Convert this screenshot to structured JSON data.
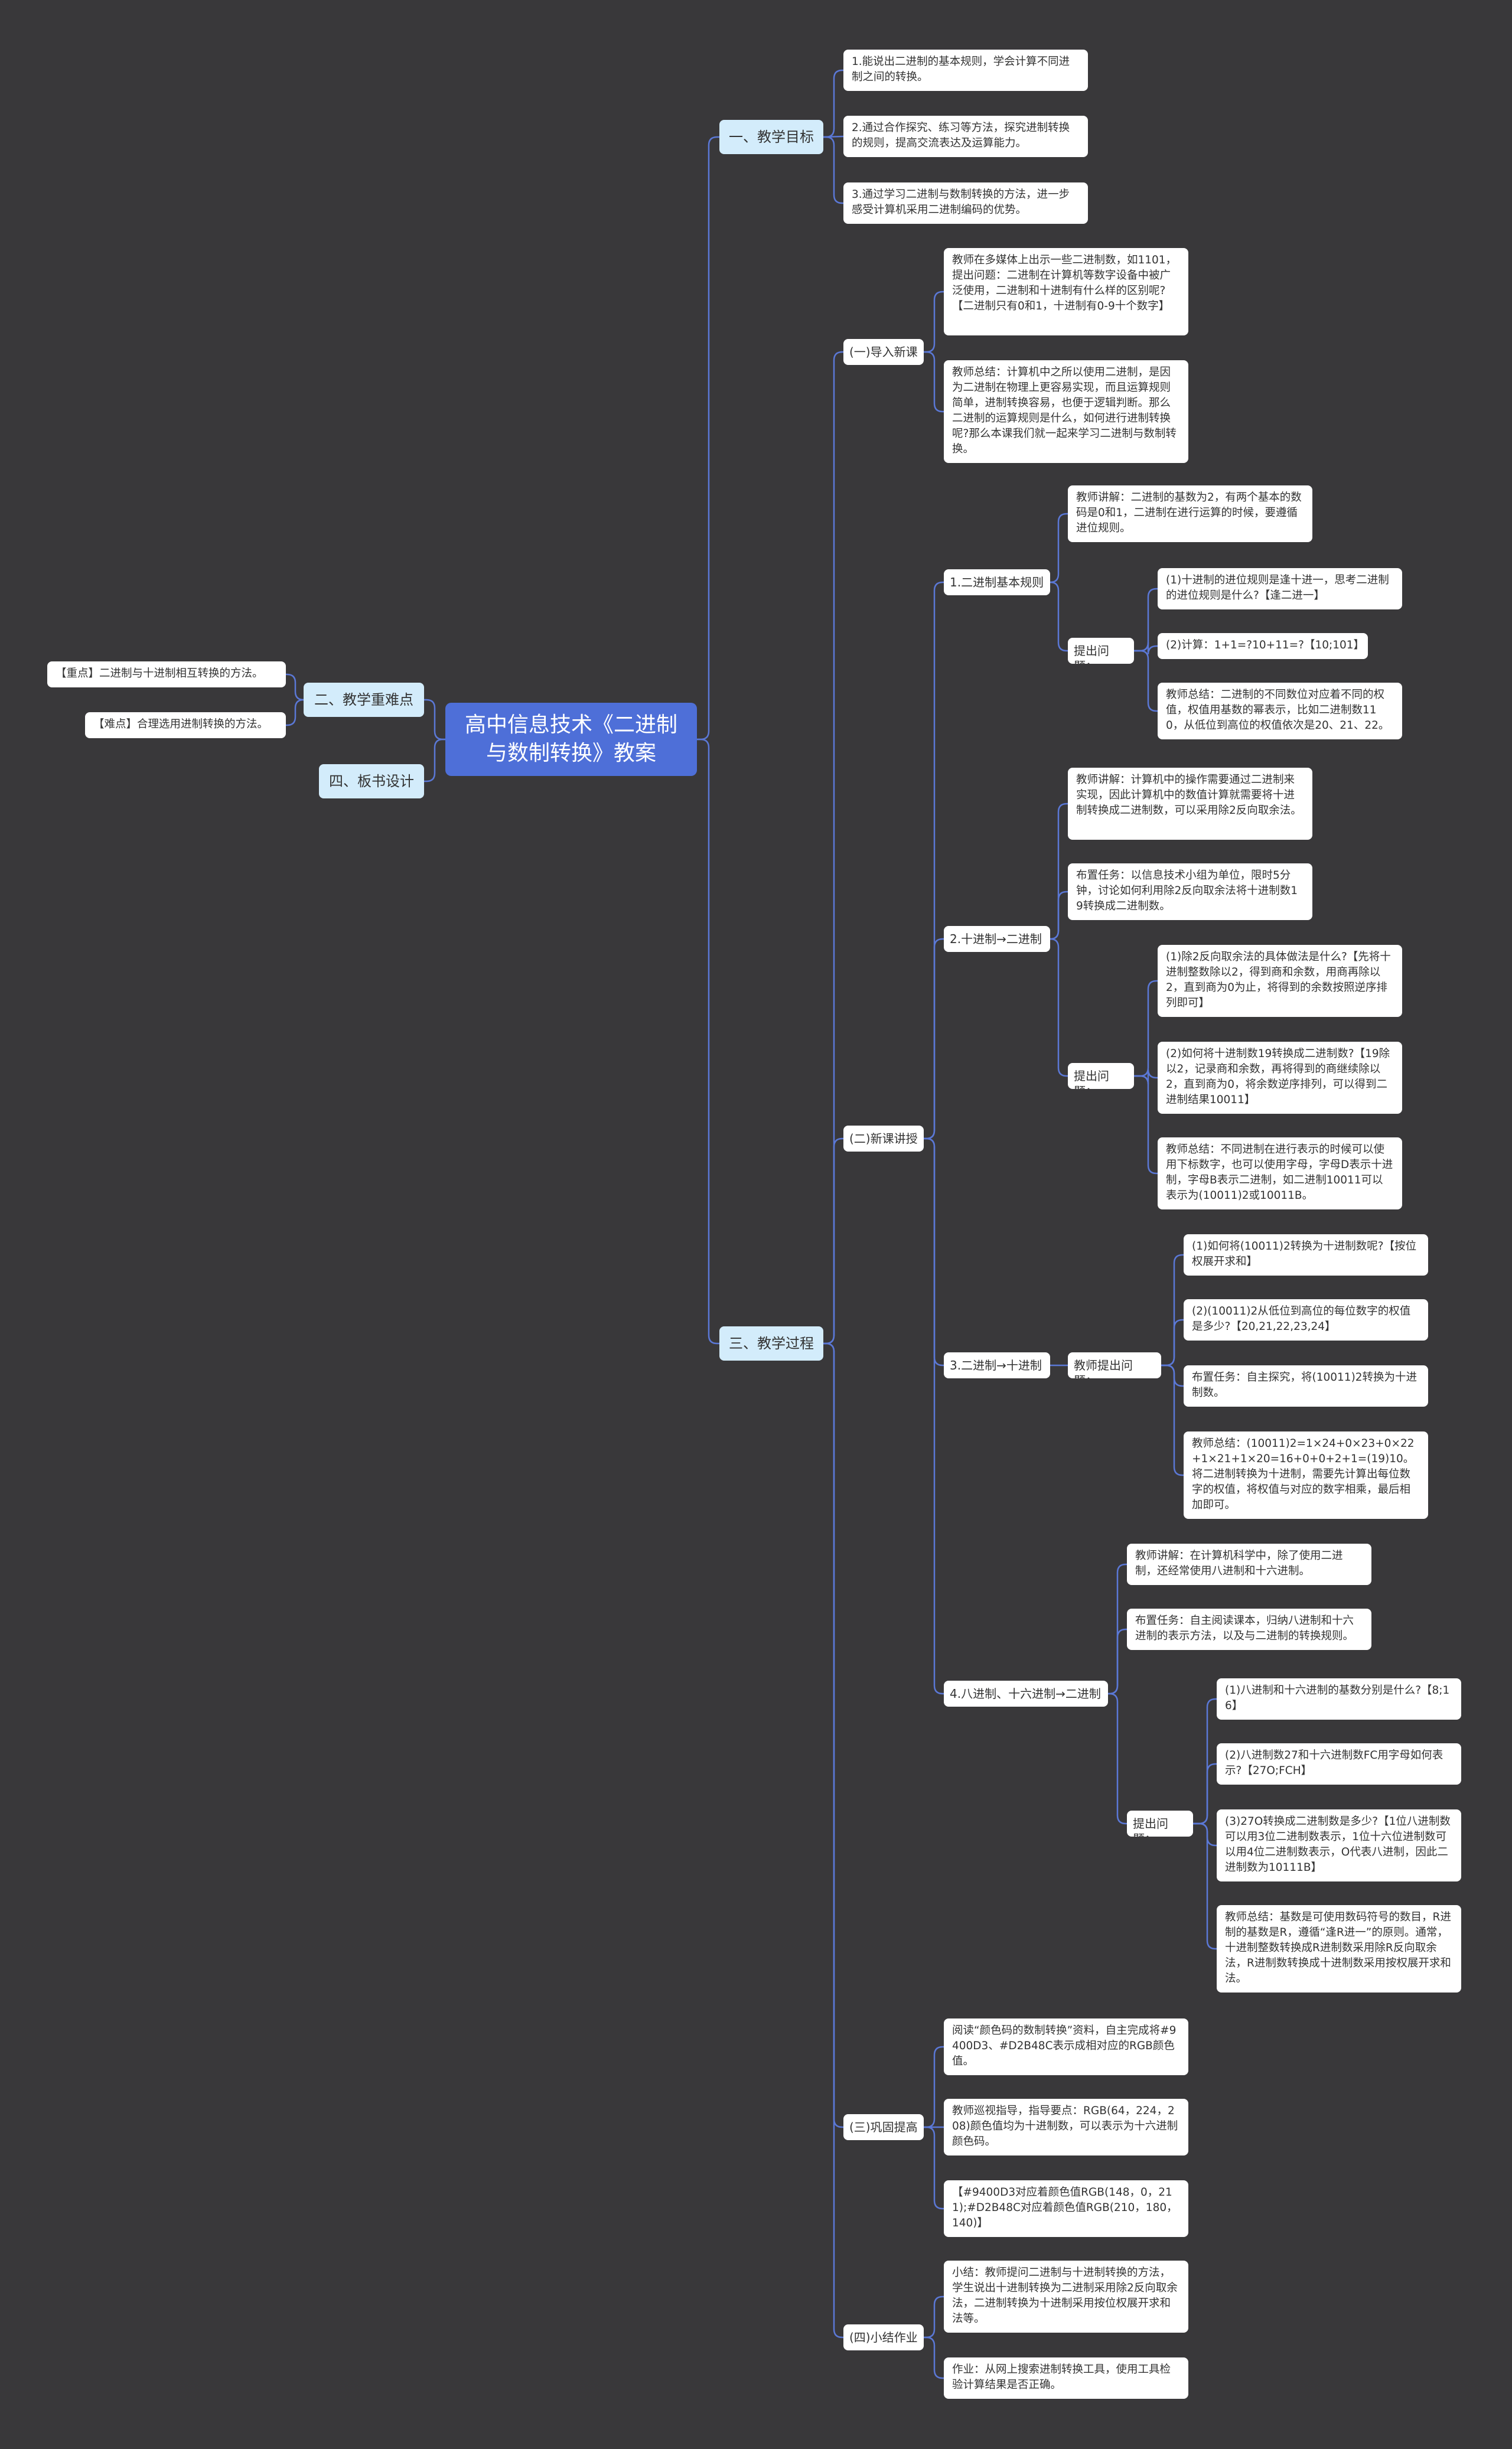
{
  "colors": {
    "background": "#39383a",
    "root_fill": "#4e6fd8",
    "main_fill": "#d3ecfb",
    "leaf_fill": "#ffffff",
    "connector": "#5b78d6"
  },
  "root": "高中信息技术《二进制与数制转换》教案",
  "goals": {
    "label": "一、教学目标",
    "items": [
      "1.能说出二进制的基本规则，学会计算不同进制之间的转换。",
      "2.通过合作探究、练习等方法，探究进制转换的规则，提高交流表达及运算能力。",
      "3.通过学习二进制与数制转换的方法，进一步感受计算机采用二进制编码的优势。"
    ]
  },
  "keypoints": {
    "label": "二、教学重难点",
    "items": [
      "【重点】二进制与十进制相互转换的方法。",
      "【难点】合理选用进制转换的方法。"
    ]
  },
  "board": {
    "label": "四、板书设计"
  },
  "process": {
    "label": "三、教学过程",
    "intro": {
      "label": "(一)导入新课",
      "items": [
        "教师在多媒体上出示一些二进制数，如1101，提出问题：二进制在计算机等数字设备中被广泛使用，二进制和十进制有什么样的区别呢?【二进制只有0和1，十进制有0-9十个数字】",
        "教师总结：计算机中之所以使用二进制，是因为二进制在物理上更容易实现，而且运算规则简单，进制转换容易，也便于逻辑判断。那么二进制的运算规则是什么，如何进行进制转换呢?那么本课我们就一起来学习二进制与数制转换。"
      ]
    },
    "newlesson": {
      "label": "(二)新课讲授",
      "s1": {
        "label": "1.二进制基本规则",
        "explain": "教师讲解：二进制的基数为2，有两个基本的数码是0和1，二进制在进行运算的时候，要遵循进位规则。",
        "ask_label": "提出问题：",
        "asks": [
          "(1)十进制的进位规则是逢十进一，思考二进制的进位规则是什么?【逢二进一】",
          "(2)计算：1+1=?10+11=?【10;101】",
          "教师总结：二进制的不同数位对应着不同的权值，权值用基数的幂表示，比如二进制数110，从低位到高位的权值依次是20、21、22。"
        ]
      },
      "s2": {
        "label": "2.十进制→二进制",
        "explain": "教师讲解：计算机中的操作需要通过二进制来实现，因此计算机中的数值计算就需要将十进制转换成二进制数，可以采用除2反向取余法。",
        "task": "布置任务：以信息技术小组为单位，限时5分钟，讨论如何利用除2反向取余法将十进制数19转换成二进制数。",
        "ask_label": "提出问题：",
        "asks": [
          "(1)除2反向取余法的具体做法是什么?【先将十进制整数除以2，得到商和余数，用商再除以2，直到商为0为止，将得到的余数按照逆序排列即可】",
          "(2)如何将十进制数19转换成二进制数?【19除以2，记录商和余数，再将得到的商继续除以2，直到商为0，将余数逆序排列，可以得到二进制结果10011】",
          "教师总结：不同进制在进行表示的时候可以使用下标数字，也可以使用字母，字母D表示十进制，字母B表示二进制，如二进制10011可以表示为(10011)2或10011B。"
        ]
      },
      "s3": {
        "label": "3.二进制→十进制",
        "ask_label": "教师提出问题：",
        "asks": [
          "(1)如何将(10011)2转换为十进制数呢?【按位权展开求和】",
          "(2)(10011)2从低位到高位的每位数字的权值是多少?【20,21,22,23,24】",
          "布置任务：自主探究，将(10011)2转换为十进制数。",
          "教师总结：(10011)2=1×24+0×23+0×22+1×21+1×20=16+0+0+2+1=(19)10。将二进制转换为十进制，需要先计算出每位数字的权值，将权值与对应的数字相乘，最后相加即可。"
        ]
      },
      "s4": {
        "label": "4.八进制、十六进制→二进制",
        "explain": "教师讲解：在计算机科学中，除了使用二进制，还经常使用八进制和十六进制。",
        "task": "布置任务：自主阅读课本，归纳八进制和十六进制的表示方法，以及与二进制的转换规则。",
        "ask_label": "提出问题：",
        "asks": [
          "(1)八进制和十六进制的基数分别是什么?【8;16】",
          "(2)八进制数27和十六进制数FC用字母如何表示?【27O;FCH】",
          "(3)27O转换成二进制数是多少?【1位八进制数可以用3位二进制数表示，1位十六位进制数可以用4位二进制数表示，O代表八进制，因此二进制数为10111B】",
          "教师总结：基数是可使用数码符号的数目，R进制的基数是R，遵循“逢R进一”的原则。通常，十进制整数转换成R进制数采用除R反向取余法，R进制数转换成十进制数采用按权展开求和法。"
        ]
      }
    },
    "consolidate": {
      "label": "(三)巩固提高",
      "items": [
        "阅读“颜色码的数制转换”资料，自主完成将#9400D3、#D2B48C表示成相对应的RGB颜色值。",
        "教师巡视指导，指导要点：RGB(64，224，208)颜色值均为十进制数，可以表示为十六进制颜色码。",
        "【#9400D3对应着颜色值RGB(148，0，211);#D2B48C对应着颜色值RGB(210，180，140)】"
      ]
    },
    "summary": {
      "label": "(四)小结作业",
      "items": [
        "小结：教师提问二进制与十进制转换的方法，学生说出十进制转换为二进制采用除2反向取余法，二进制转换为十进制采用按位权展开求和法等。",
        "作业：从网上搜索进制转换工具，使用工具检验计算结果是否正确。"
      ]
    }
  }
}
